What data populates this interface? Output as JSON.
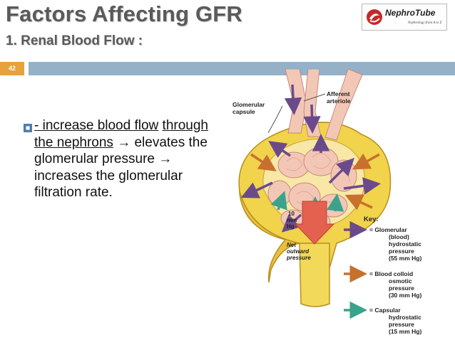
{
  "slide": {
    "title": "Factors Affecting GFR",
    "subtitle": "1. Renal Blood Flow :",
    "slide_number": "42"
  },
  "logo": {
    "name": "NephroTube",
    "tagline": "Nephrology from A to Z"
  },
  "bullet": {
    "underlined_part1": "- increase blood flow",
    "underlined_part2": "through the nephrons",
    "rest": " → elevates the glomerular pressure → increases the glomerular filtration rate."
  },
  "diagram": {
    "label_capsule": [
      "Glomerular",
      "capsule"
    ],
    "label_arteriole": [
      "Afferent",
      "arteriole"
    ],
    "net_pressure_value": [
      "10",
      "mm",
      "Hg"
    ],
    "net_pressure_label": [
      "Net",
      "outward",
      "pressure"
    ],
    "key": {
      "title": "Key:",
      "items": [
        {
          "color": "#6b4a8c",
          "lines": [
            "= Glomerular",
            "(blood)",
            "hydrostatic",
            "pressure",
            "(55 mm Hg)"
          ]
        },
        {
          "color": "#c8702e",
          "lines": [
            "= Blood colloid",
            "osmotic",
            "pressure",
            "(30 mm Hg)"
          ]
        },
        {
          "color": "#3aa38c",
          "lines": [
            "= Capsular",
            "hydrostatic",
            "pressure",
            "(15 mm Hg)"
          ]
        }
      ]
    }
  }
}
